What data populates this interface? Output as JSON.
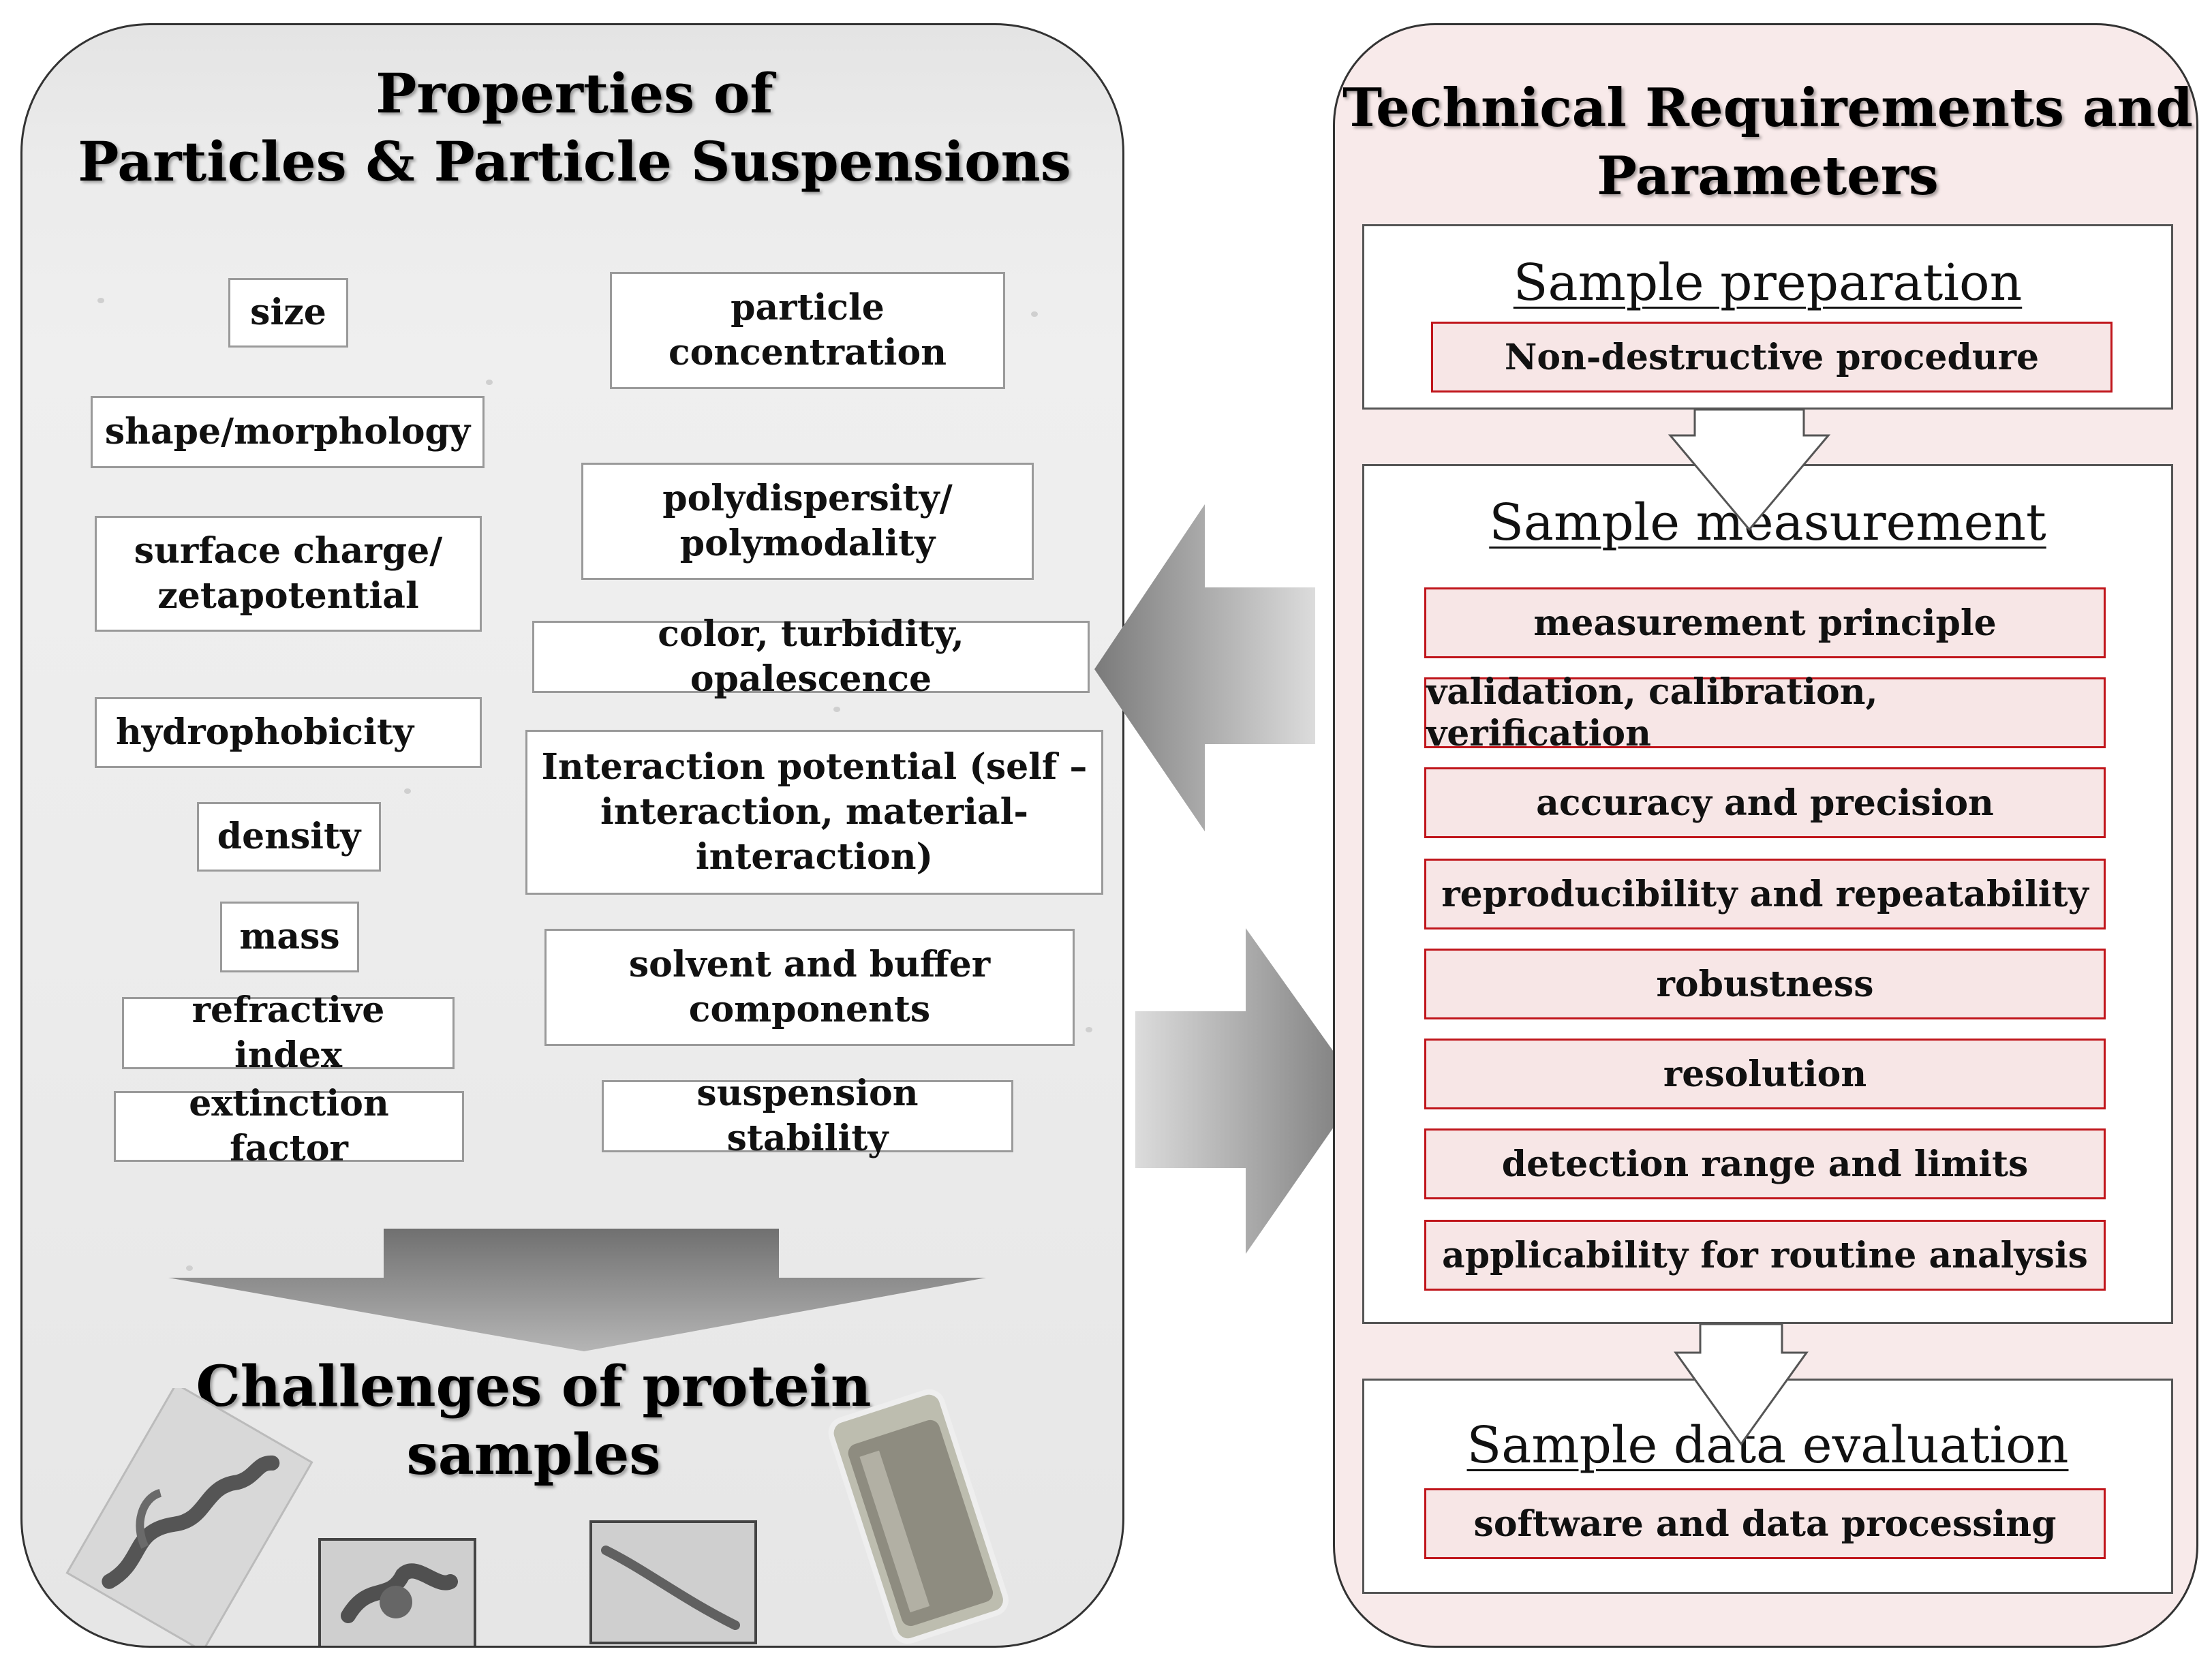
{
  "left_panel": {
    "title_line1": "Properties   of",
    "title_line2": "Particles  &  Particle Suspensions",
    "properties_left": [
      "size",
      "shape/morphology",
      "surface charge/ zetapotential",
      "hydrophobicity",
      "density",
      "mass",
      "refractive index",
      "extinction factor"
    ],
    "properties_right": [
      "particle concentration",
      "polydispersity/ polymodality",
      "color, turbidity, opalescence",
      "Interaction potential (self –interaction, material-interaction)",
      "solvent and buffer components",
      "suspension stability"
    ],
    "challenges_line1": "Challenges of protein",
    "challenges_line2": "samples"
  },
  "right_panel": {
    "title_line1": "Technical Requirements and",
    "title_line2": "Parameters",
    "sample_preparation": {
      "heading": "Sample preparation",
      "items": [
        "Non-destructive procedure"
      ]
    },
    "sample_measurement": {
      "heading": "Sample measurement",
      "items": [
        "measurement principle",
        "validation, calibration, verification",
        "accuracy and precision",
        "reproducibility and repeatability",
        "robustness",
        "resolution",
        "detection range and limits",
        "applicability  for routine analysis"
      ]
    },
    "sample_data_evaluation": {
      "heading": "Sample data evaluation",
      "items": [
        "software and data processing"
      ]
    }
  },
  "colors": {
    "requirement_border": "#c0151b",
    "requirement_fill": "#f7e6e6",
    "right_panel_bg": "#f8eaea",
    "left_panel_bg": "#ececec",
    "arrow_gray": "#8c8c8c"
  }
}
